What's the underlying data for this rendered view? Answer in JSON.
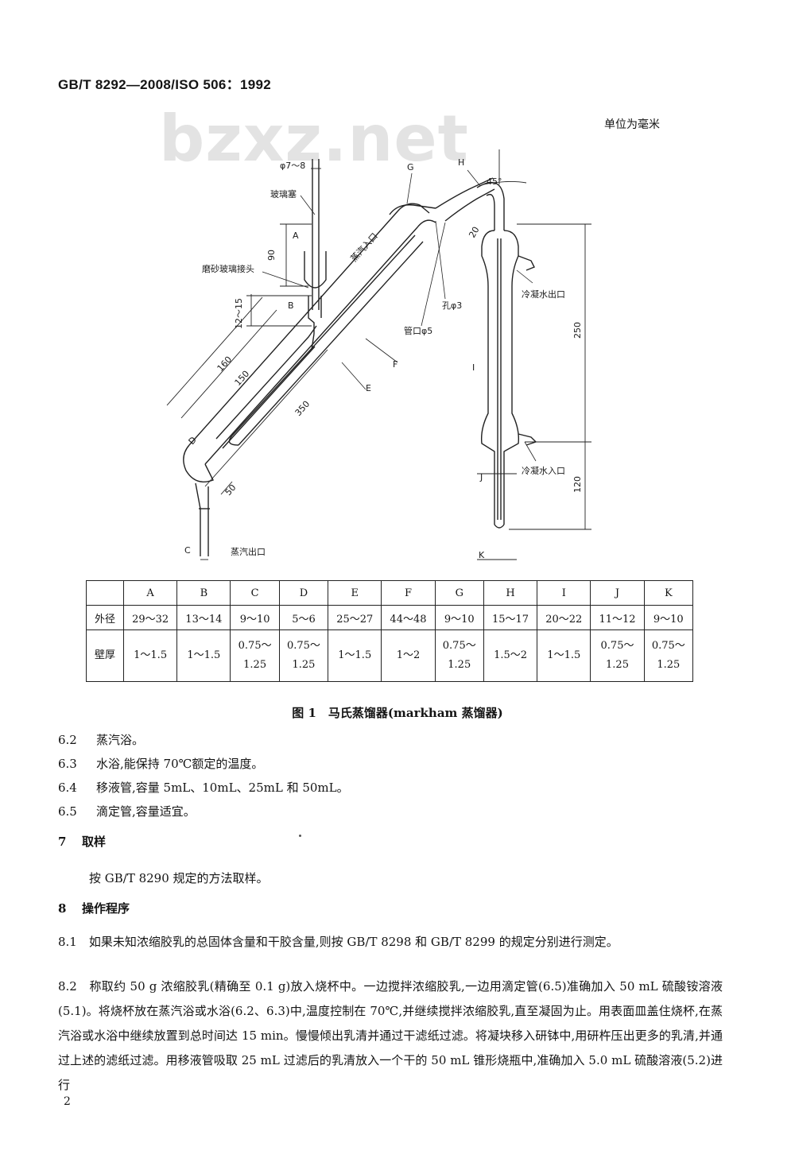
{
  "header": {
    "standard": "GB/T 8292—2008/ISO 506：1992"
  },
  "watermark": "bzxz.net",
  "figure": {
    "unit_note": "单位为毫米",
    "labels": {
      "phi": "φ7～8",
      "glass_stopper": "玻璃塞",
      "ground_joint": "磨砂玻璃接头",
      "steam_inlet": "蒸汽入口",
      "steam_outlet": "蒸汽出口",
      "hole": "孔φ3",
      "nozzle": "管口φ5",
      "cooling_out": "冷凝水出口",
      "cooling_in": "冷凝水入口",
      "angle": "45°",
      "d90": "90",
      "d12_15": "12～15",
      "d160": "160",
      "d150": "150",
      "d350": "350",
      "d50": "50",
      "d20": "20",
      "d250": "250",
      "d120": "120",
      "A": "A",
      "B": "B",
      "C": "C",
      "D": "D",
      "E": "E",
      "F": "F",
      "G": "G",
      "H": "H",
      "I": "I",
      "J": "J",
      "K": "K"
    },
    "table": {
      "columns": [
        "",
        "A",
        "B",
        "C",
        "D",
        "E",
        "F",
        "G",
        "H",
        "I",
        "J",
        "K"
      ],
      "rows": [
        {
          "label": "外径",
          "cells": [
            "29～32",
            "13～14",
            "9～10",
            "5～6",
            "25～27",
            "44～48",
            "9～10",
            "15～17",
            "20～22",
            "11～12",
            "9～10"
          ]
        },
        {
          "label": "壁厚",
          "cells": [
            [
              "1～1.5"
            ],
            [
              "1～1.5"
            ],
            [
              "0.75～",
              "1.25"
            ],
            [
              "0.75～",
              "1.25"
            ],
            [
              "1～1.5"
            ],
            [
              "1～2"
            ],
            [
              "0.75～",
              "1.25"
            ],
            [
              "1.5～2"
            ],
            [
              "1～1.5"
            ],
            [
              "0.75～",
              "1.25"
            ],
            [
              "0.75～",
              "1.25"
            ]
          ]
        }
      ]
    },
    "caption": "图 1　马氏蒸馏器(markham 蒸馏器)"
  },
  "body": {
    "items": [
      {
        "num": "6.2",
        "text": "蒸汽浴。"
      },
      {
        "num": "6.3",
        "text": "水浴,能保持 70℃额定的温度。"
      },
      {
        "num": "6.4",
        "text": "移液管,容量 5mL、10mL、25mL 和 50mL。"
      },
      {
        "num": "6.5",
        "text": "滴定管,容量适宜。"
      }
    ],
    "sec7": {
      "num": "7",
      "title": "取样"
    },
    "sec7_text": "按 GB/T 8290 规定的方法取样。",
    "sec8": {
      "num": "8",
      "title": "操作程序"
    },
    "p81": "8.1　如果未知浓缩胶乳的总固体含量和干胶含量,则按 GB/T 8298 和 GB/T 8299 的规定分别进行测定。",
    "p82": "8.2　称取约 50 g 浓缩胶乳(精确至 0.1 g)放入烧杯中。一边搅拌浓缩胶乳,一边用滴定管(6.5)准确加入 50 mL 硫酸铵溶液(5.1)。将烧杯放在蒸汽浴或水浴(6.2、6.3)中,温度控制在 70℃,并继续搅拌浓缩胶乳,直至凝固为止。用表面皿盖住烧杯,在蒸汽浴或水浴中继续放置到总时间达 15 min。慢慢倾出乳清并通过干滤纸过滤。将凝块移入研钵中,用研杵压出更多的乳清,并通过上述的滤纸过滤。用移液管吸取 25 mL 过滤后的乳清放入一个干的 50 mL 锥形烧瓶中,准确加入 5.0 mL 硫酸溶液(5.2)进行"
  },
  "page_number": "2"
}
